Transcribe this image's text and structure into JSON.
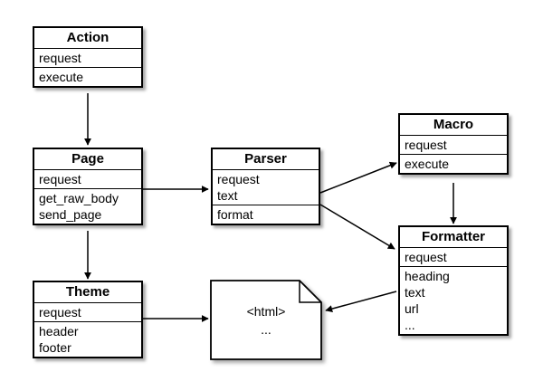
{
  "boxes": {
    "action": {
      "title": "Action",
      "sections": [
        [
          "request"
        ],
        [
          "execute"
        ]
      ]
    },
    "page": {
      "title": "Page",
      "sections": [
        [
          "request"
        ],
        [
          "get_raw_body",
          "send_page"
        ]
      ]
    },
    "parser": {
      "title": "Parser",
      "sections": [
        [
          "request",
          "text"
        ],
        [
          "format"
        ]
      ]
    },
    "macro": {
      "title": "Macro",
      "sections": [
        [
          "request"
        ],
        [
          "execute"
        ]
      ]
    },
    "formatter": {
      "title": "Formatter",
      "sections": [
        [
          "request"
        ],
        [
          "heading",
          "text",
          "url",
          "..."
        ]
      ]
    },
    "theme": {
      "title": "Theme",
      "sections": [
        [
          "request"
        ],
        [
          "header",
          "footer"
        ]
      ]
    }
  },
  "document": {
    "lines": [
      "<html>",
      "..."
    ]
  }
}
